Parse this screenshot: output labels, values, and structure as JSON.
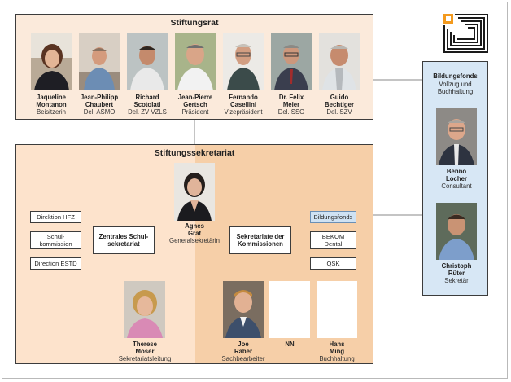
{
  "stiftungsrat": {
    "title": "Stiftungsrat",
    "members": [
      {
        "name1": "Jaqueline",
        "name2": "Montanon",
        "role": "Beisitzerin"
      },
      {
        "name1": "Jean-Philipp",
        "name2": "Chaubert",
        "role": "Del. ASMO"
      },
      {
        "name1": "Richard",
        "name2": "Scotolati",
        "role": "Del. ZV VZLS"
      },
      {
        "name1": "Jean-Pierre",
        "name2": "Gertsch",
        "role": "Präsident"
      },
      {
        "name1": "Fernando",
        "name2": "Casellini",
        "role": "Vizepräsident"
      },
      {
        "name1": "Dr. Felix",
        "name2": "Meier",
        "role": "Del. SSO"
      },
      {
        "name1": "Guido",
        "name2": "Bechtiger",
        "role": "Del. SZV"
      }
    ]
  },
  "sekretariat": {
    "title": "Stiftungssekretariat",
    "head": {
      "name1": "Agnes",
      "name2": "Graf",
      "role": "Generalsekretärin"
    },
    "zentral": {
      "line1": "Zentrales Schul-",
      "line2": "sekretariat"
    },
    "kommissionen": {
      "line1": "Sekretariate der",
      "line2": "Kommissionen"
    },
    "left_boxes": [
      {
        "line1": "Direktion HFZ",
        "line2": ""
      },
      {
        "line1": "Schul-",
        "line2": "kommission"
      },
      {
        "line1": "Direction ESTD",
        "line2": ""
      }
    ],
    "right_boxes": [
      {
        "line1": "Bildungsfonds",
        "line2": ""
      },
      {
        "line1": "BEKOM",
        "line2": "Dental"
      },
      {
        "line1": "QSK",
        "line2": ""
      }
    ],
    "therese": {
      "name1": "Therese",
      "name2": "Moser",
      "role": "Sekretariatsleitung"
    },
    "joe": {
      "name1": "Joe",
      "name2": "Räber",
      "role": "Sachbearbeiter"
    },
    "nn": {
      "name1": "NN",
      "name2": "",
      "role": ""
    },
    "hans": {
      "name1": "Hans",
      "name2": "Ming",
      "role": "Buchhaltung"
    }
  },
  "bildungsfonds": {
    "title": "Bildungsfonds",
    "sub1": "Vollzug und",
    "sub2": "Buchhaltung",
    "benno": {
      "name1": "Benno",
      "name2": "Locher",
      "role": "Consultant"
    },
    "christoph": {
      "name1": "Christoph",
      "name2": "Rüter",
      "role": "Sekretär"
    }
  },
  "colors": {
    "accent_orange": "#f39a1e",
    "panel_peach": "#fbeadb",
    "panel_blue": "#d7e7f5"
  }
}
